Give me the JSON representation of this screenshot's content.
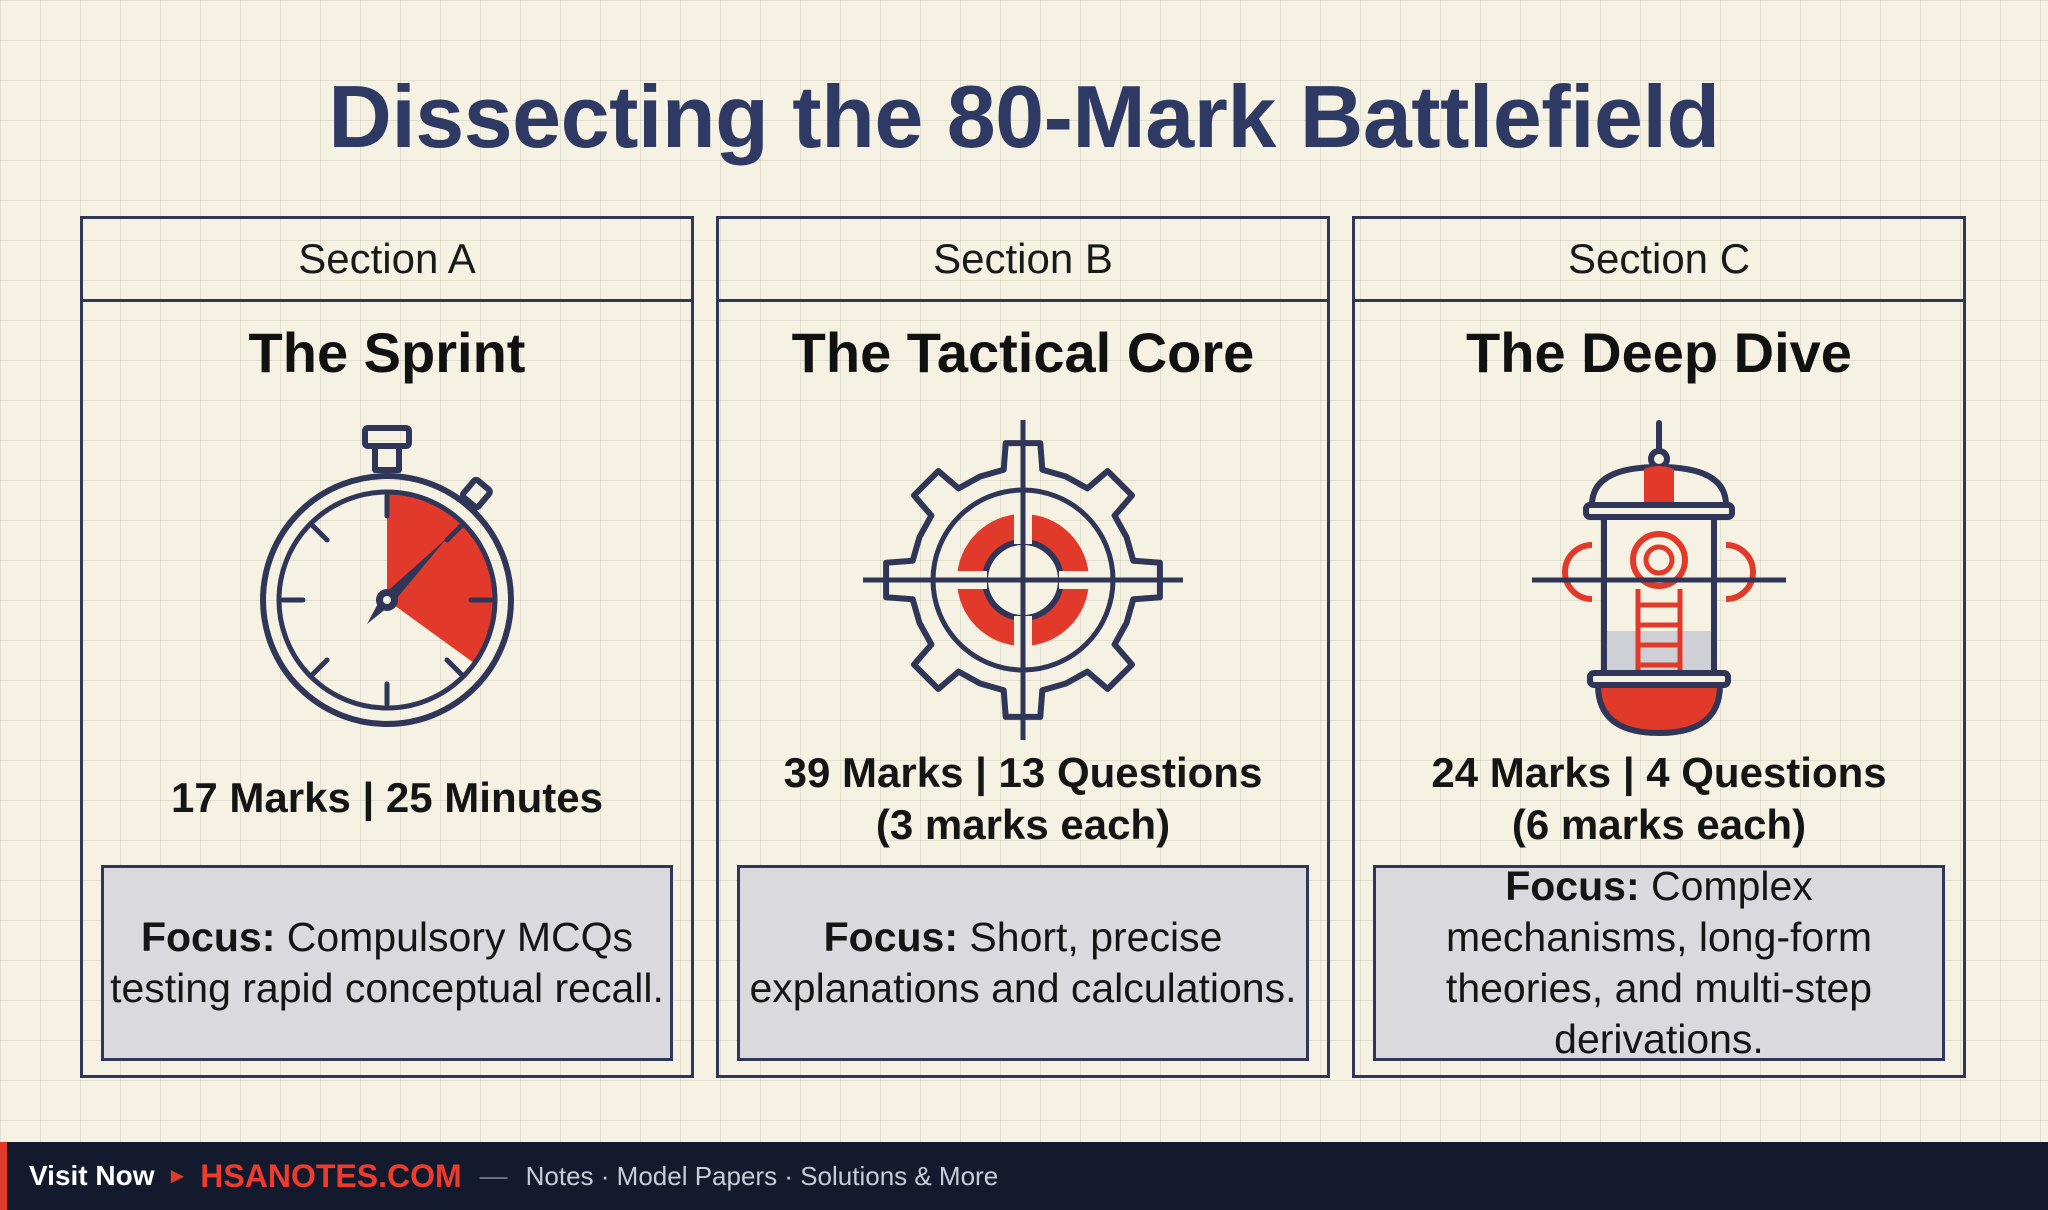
{
  "title": "Dissecting the 80-Mark Battlefield",
  "colors": {
    "navy": "#2f3658",
    "accent": "#e23a2a",
    "focus_bg": "#d9d9de",
    "background": "#f5f1e3"
  },
  "sections": [
    {
      "label": "Section A",
      "name": "The Sprint",
      "icon": "stopwatch-icon",
      "stats": [
        "17 Marks | 25 Minutes"
      ],
      "focus_label": "Focus:",
      "focus_text": "Compulsory MCQs testing rapid conceptual recall."
    },
    {
      "label": "Section B",
      "name": "The Tactical Core",
      "icon": "gear-crosshair-icon",
      "stats": [
        "39 Marks | 13 Questions",
        "(3 marks each)"
      ],
      "focus_label": "Focus:",
      "focus_text": "Short, precise explanations and calculations."
    },
    {
      "label": "Section C",
      "name": "The Deep Dive",
      "icon": "diving-capsule-icon",
      "stats": [
        "24 Marks | 4 Questions",
        "(6 marks each)"
      ],
      "focus_label": "Focus:",
      "focus_text": "Complex mechanisms, long-form theories, and multi-step derivations."
    }
  ],
  "footer": {
    "visit": "Visit Now",
    "site": "HSANOTES.COM",
    "separator": "—",
    "tagline": "Notes · Model Papers · Solutions & More"
  }
}
